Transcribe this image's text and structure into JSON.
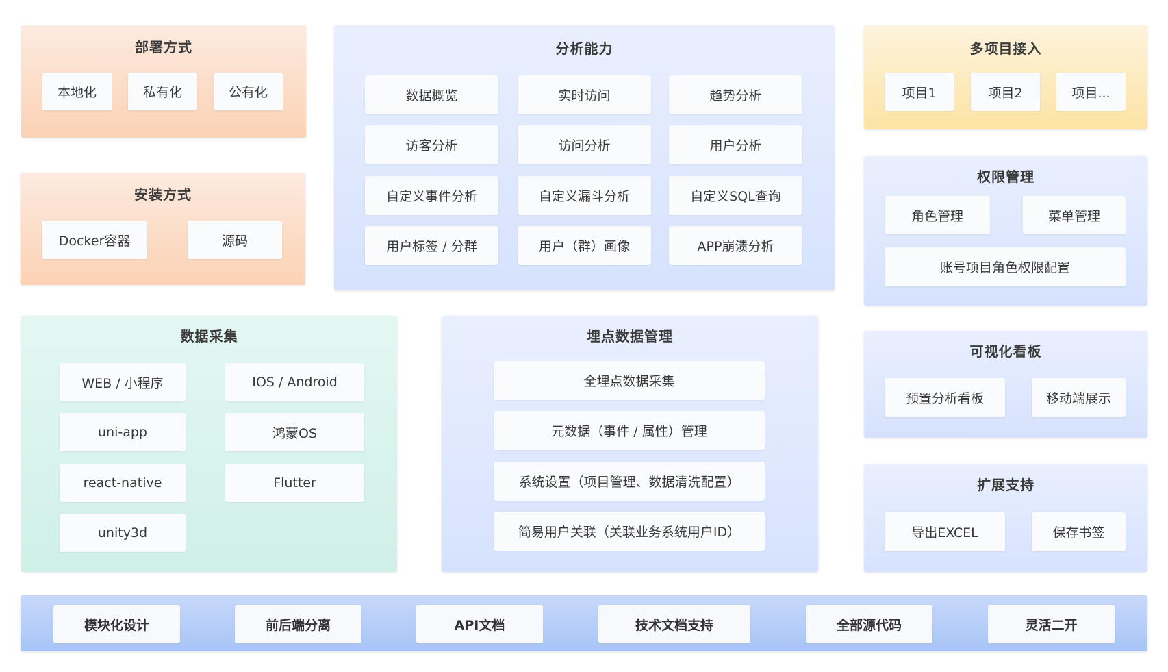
{
  "deploy": {
    "title": "部署方式",
    "items": [
      "本地化",
      "私有化",
      "公有化"
    ]
  },
  "install": {
    "title": "安装方式",
    "items": [
      "Docker容器",
      "源码"
    ]
  },
  "analysis": {
    "title": "分析能力",
    "items": [
      "数据概览",
      "实时访问",
      "趋势分析",
      "访客分析",
      "访问分析",
      "用户分析",
      "自定义事件分析",
      "自定义漏斗分析",
      "自定义SQL查询",
      "用户标签 / 分群",
      "用户（群）画像",
      "APP崩溃分析"
    ]
  },
  "multi_project": {
    "title": "多项目接入",
    "items": [
      "项目1",
      "项目2",
      "项目..."
    ]
  },
  "permission": {
    "title": "权限管理",
    "items": [
      "角色管理",
      "菜单管理",
      "账号项目角色权限配置"
    ]
  },
  "collection": {
    "title": "数据采集",
    "items": [
      "WEB / 小程序",
      "IOS / Android",
      "uni-app",
      "鸿蒙OS",
      "react-native",
      "Flutter",
      "unity3d"
    ]
  },
  "tracking": {
    "title": "埋点数据管理",
    "items": [
      "全埋点数据采集",
      "元数据（事件 / 属性）管理",
      "系统设置（项目管理、数据清洗配置）",
      "简易用户关联（关联业务系统用户ID）"
    ]
  },
  "dashboard": {
    "title": "可视化看板",
    "items": [
      "预置分析看板",
      "移动端展示"
    ]
  },
  "extension": {
    "title": "扩展支持",
    "items": [
      "导出EXCEL",
      "保存书签"
    ]
  },
  "features": {
    "items": [
      "模块化设计",
      "前后端分离",
      "API文档",
      "技术文档支持",
      "全部源代码",
      "灵活二开"
    ]
  }
}
